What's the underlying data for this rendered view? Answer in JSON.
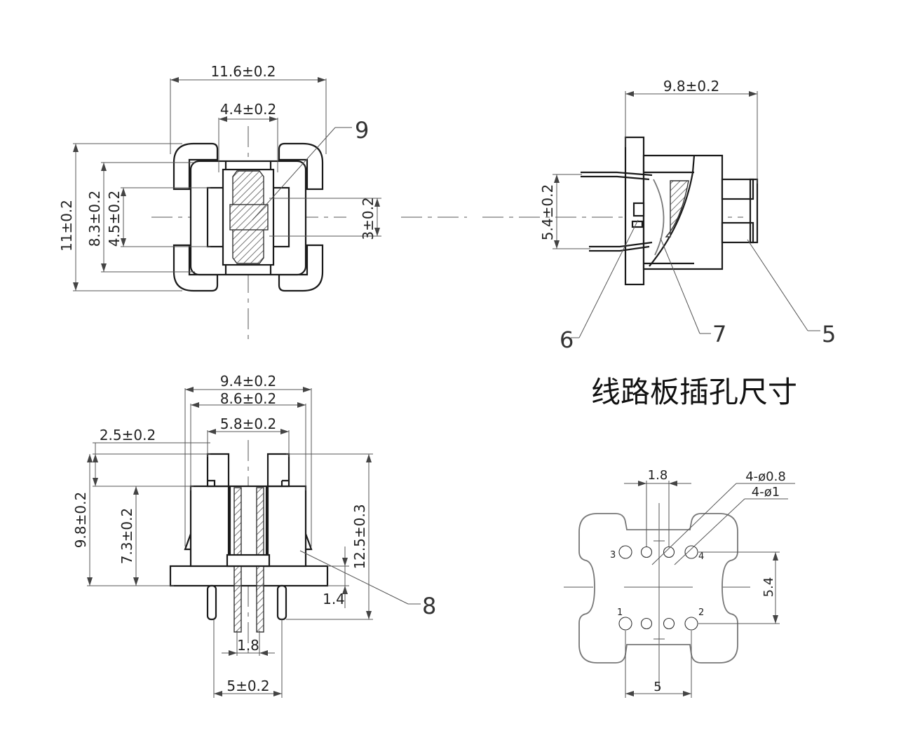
{
  "title": "线路板插孔尺寸",
  "top_view": {
    "overall_width": "11.6±0.2",
    "core_width": "4.4±0.2",
    "overall_height": "11±0.2",
    "height_inner": "8.3±0.2",
    "height_window": "4.5±0.2",
    "center_block": "3±0.2"
  },
  "side_view": {
    "depth": "9.8±0.2",
    "pin_span": "5.4±0.2"
  },
  "front_view": {
    "width_outer": "9.4±0.2",
    "width_mid": "8.6±0.2",
    "width_inner": "5.8±0.2",
    "step": "2.5±0.2",
    "height_total": "9.8±0.2",
    "height_body": "7.3±0.2",
    "height_overall": "12.5±0.3",
    "pin_length": "1.4",
    "pin_pitch": "1.8",
    "pin_span": "5±0.2"
  },
  "pcb_layout": {
    "pitch": "1.8",
    "hole_small": "4-ø0.8",
    "hole_large": "4-ø1",
    "row_spacing": "5.4",
    "col_span": "5",
    "pins": [
      "1",
      "2",
      "3",
      "4"
    ]
  },
  "callouts": [
    "9",
    "6",
    "7",
    "5",
    "8"
  ]
}
